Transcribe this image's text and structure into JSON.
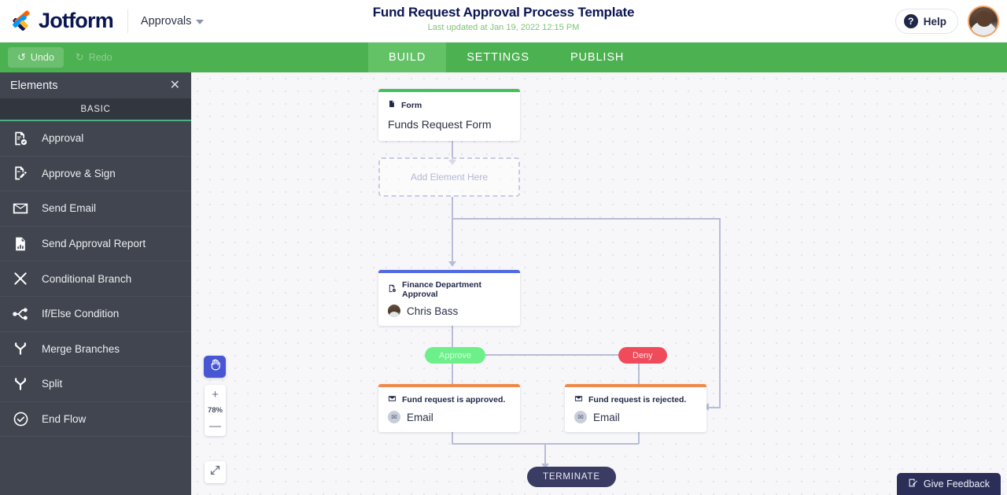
{
  "header": {
    "brand": "Jotform",
    "product_menu": "Approvals",
    "title": "Fund Request Approval Process Template",
    "subtitle": "Last updated at Jan 19, 2022 12:15 PM",
    "help_label": "Help",
    "help_icon": "question-circle-icon",
    "avatar_icon": "user-avatar"
  },
  "toolbar": {
    "undo_label": "Undo",
    "undo_icon": "undo-arrow-icon",
    "redo_label": "Redo",
    "redo_icon": "redo-arrow-icon",
    "tabs": [
      {
        "label": "BUILD",
        "active": true
      },
      {
        "label": "SETTINGS",
        "active": false
      },
      {
        "label": "PUBLISH",
        "active": false
      }
    ]
  },
  "sidebar": {
    "title": "Elements",
    "close_icon": "close-icon",
    "section": "BASIC",
    "items": [
      {
        "label": "Approval",
        "icon": "approval-document-icon"
      },
      {
        "label": "Approve & Sign",
        "icon": "approve-sign-icon"
      },
      {
        "label": "Send Email",
        "icon": "envelope-icon"
      },
      {
        "label": "Send Approval Report",
        "icon": "report-document-icon"
      },
      {
        "label": "Conditional Branch",
        "icon": "conditional-branch-icon"
      },
      {
        "label": "If/Else Condition",
        "icon": "if-else-condition-icon"
      },
      {
        "label": "Merge Branches",
        "icon": "merge-branches-icon"
      },
      {
        "label": "Split",
        "icon": "split-icon"
      },
      {
        "label": "End Flow",
        "icon": "check-circle-icon"
      }
    ]
  },
  "canvas": {
    "nodes": {
      "form": {
        "type_label": "Form",
        "type_icon": "form-document-icon",
        "name": "Funds Request Form",
        "accent": "#45c15c"
      },
      "placeholder": {
        "label": "Add Element Here"
      },
      "approval": {
        "type_label": "Finance Department Approval",
        "type_icon": "approval-document-icon",
        "assignee": "Chris Bass",
        "assignee_icon": "user-avatar",
        "accent": "#5468e0"
      },
      "email_approved": {
        "type_label": "Fund request is approved.",
        "type_icon": "envelope-icon",
        "channel": "Email",
        "channel_icon": "email-chip-icon",
        "accent": "#f08a4b"
      },
      "email_rejected": {
        "type_label": "Fund request is rejected.",
        "type_icon": "envelope-icon",
        "channel": "Email",
        "channel_icon": "email-chip-icon",
        "accent": "#f08a4b"
      }
    },
    "branch_labels": {
      "approve": "Approve",
      "deny": "Deny"
    },
    "terminate": "TERMINATE"
  },
  "zoom_controls": {
    "pan_icon": "hand-pan-icon",
    "zoom_in": "+",
    "level": "78%",
    "zoom_out": "—",
    "fit_icon": "expand-fullscreen-icon"
  },
  "feedback": {
    "label": "Give Feedback",
    "icon": "feedback-pencil-icon"
  }
}
